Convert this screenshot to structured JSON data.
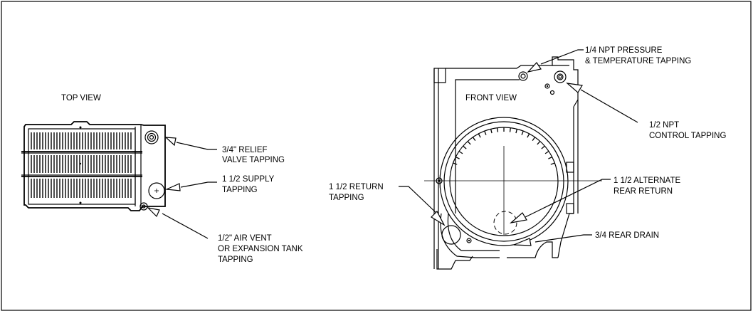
{
  "top_view": {
    "title": "TOP VIEW",
    "callouts": {
      "relief_valve": [
        "3/4\" RELIEF",
        "VALVE TAPPING"
      ],
      "supply": [
        "1 1/2 SUPPLY",
        "TAPPING"
      ],
      "air_vent": [
        "1/2\" AIR VENT",
        "OR EXPANSION TANK",
        "TAPPING"
      ]
    }
  },
  "front_view": {
    "title": "FRONT VIEW",
    "callouts": {
      "pressure_temp": [
        "1/4 NPT PRESSURE",
        "& TEMPERATURE TAPPING"
      ],
      "control": [
        "1/2 NPT",
        "CONTROL TAPPING"
      ],
      "return": [
        "1 1/2 RETURN",
        "TAPPING"
      ],
      "alt_return": [
        "1 1/2 ALTERNATE",
        "REAR RETURN"
      ],
      "rear_drain": [
        "3/4 REAR DRAIN"
      ]
    }
  }
}
